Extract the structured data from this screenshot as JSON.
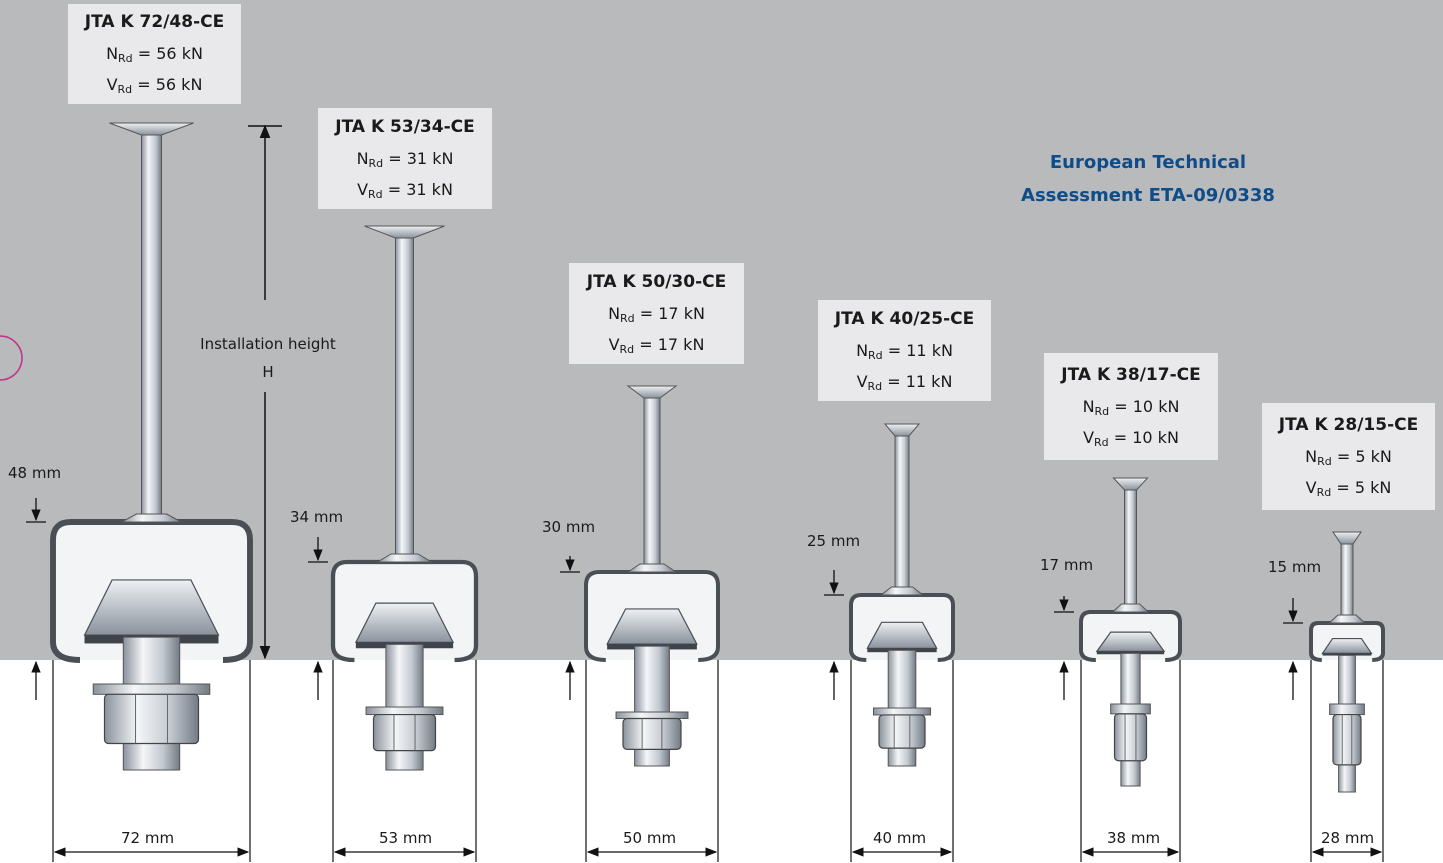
{
  "colors": {
    "concrete": "#b9babc",
    "label_bg": "#e9e9eb",
    "eta_text": "#0f4c8a",
    "steel": "#c7ccd3"
  },
  "eta": {
    "line1": "European Technical",
    "line2": "Assessment ETA-09/0338"
  },
  "installation": {
    "line1": "Installation height",
    "line2": "H"
  },
  "channels": [
    {
      "name": "JTA K 72/48-CE",
      "nrd_sym": "N",
      "nrd_val": " = 56 kN",
      "vrd_sym": "V",
      "vrd_val": " = 56 kN",
      "sub": "Rd",
      "depth": "48 mm",
      "width": "72 mm"
    },
    {
      "name": "JTA K 53/34-CE",
      "nrd_sym": "N",
      "nrd_val": " = 31 kN",
      "vrd_sym": "V",
      "vrd_val": " = 31 kN",
      "sub": "Rd",
      "depth": "34 mm",
      "width": "53 mm"
    },
    {
      "name": "JTA K 50/30-CE",
      "nrd_sym": "N",
      "nrd_val": " = 17 kN",
      "vrd_sym": "V",
      "vrd_val": " = 17 kN",
      "sub": "Rd",
      "depth": "30 mm",
      "width": "50 mm"
    },
    {
      "name": "JTA K 40/25-CE",
      "nrd_sym": "N",
      "nrd_val": " = 11 kN",
      "vrd_sym": "V",
      "vrd_val": " = 11 kN",
      "sub": "Rd",
      "depth": "25 mm",
      "width": "40 mm"
    },
    {
      "name": "JTA K 38/17-CE",
      "nrd_sym": "N",
      "nrd_val": " = 10 kN",
      "vrd_sym": "V",
      "vrd_val": " = 10 kN",
      "sub": "Rd",
      "depth": "17 mm",
      "width": "38 mm"
    },
    {
      "name": "JTA K 28/15-CE",
      "nrd_sym": "N",
      "nrd_val": " = 5 kN",
      "vrd_sym": "V",
      "vrd_val": " = 5 kN",
      "sub": "Rd",
      "depth": "15 mm",
      "width": "28 mm"
    }
  ]
}
